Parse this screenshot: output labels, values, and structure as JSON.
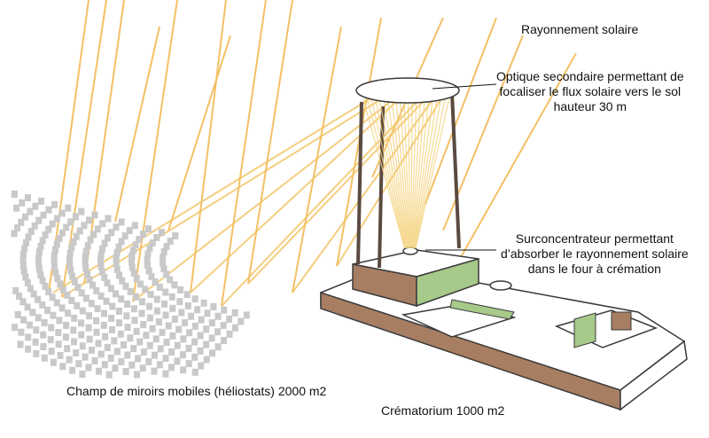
{
  "labels": {
    "rayonnement": "Rayonnement solaire",
    "optique": {
      "line1": "Optique secondaire permettant de",
      "line2": "focaliser le flux solaire vers le sol",
      "line3": "hauteur 30 m"
    },
    "surconcentrateur": {
      "line1": "Surconcentrateur permettant",
      "line2": "d’absorber le rayonnement solaire",
      "line3": "dans le four à crémation"
    },
    "champ": "Champ de miroirs mobiles (héliostats) 2000 m2",
    "crematorium": "Crématorium 1000 m2"
  },
  "colors": {
    "ray": "#f2b64a",
    "ray_light": "#f7d98c",
    "wall_brown": "#a87e62",
    "glass_green": "#a7c98a",
    "heliostat": "#c9c9c9",
    "outline": "#3a3a3a"
  }
}
